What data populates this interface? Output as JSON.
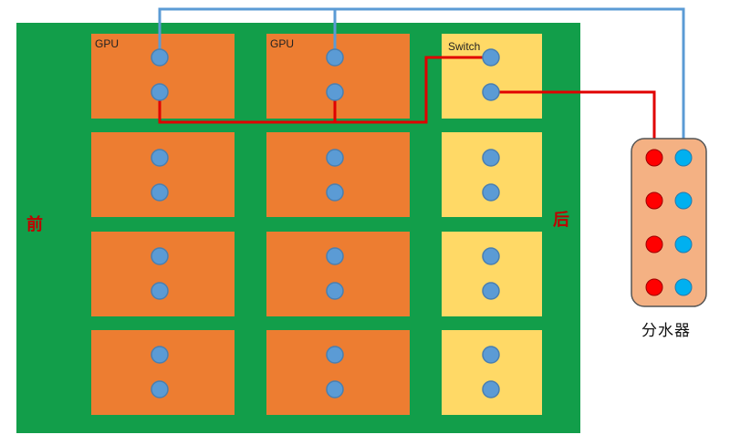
{
  "labels": {
    "gpu_1": "GPU",
    "gpu_2": "GPU",
    "switch": "Switch",
    "front": "前",
    "back": "后",
    "manifold": "分水器"
  },
  "colors": {
    "board": "#129e4a",
    "gpu": "#ed7d31",
    "switch": "#ffd966",
    "port": "#5b9bd5",
    "port_stroke": "#4a7fb0",
    "pipe_blue": "#5b9bd5",
    "pipe_red": "#e00000",
    "manifold_body": "#f4b183",
    "manifold_red": "#ff0000",
    "manifold_blue": "#00b0f0"
  },
  "modules": {
    "rows": 4,
    "gpu_columns": 2,
    "switch_columns": 1
  }
}
